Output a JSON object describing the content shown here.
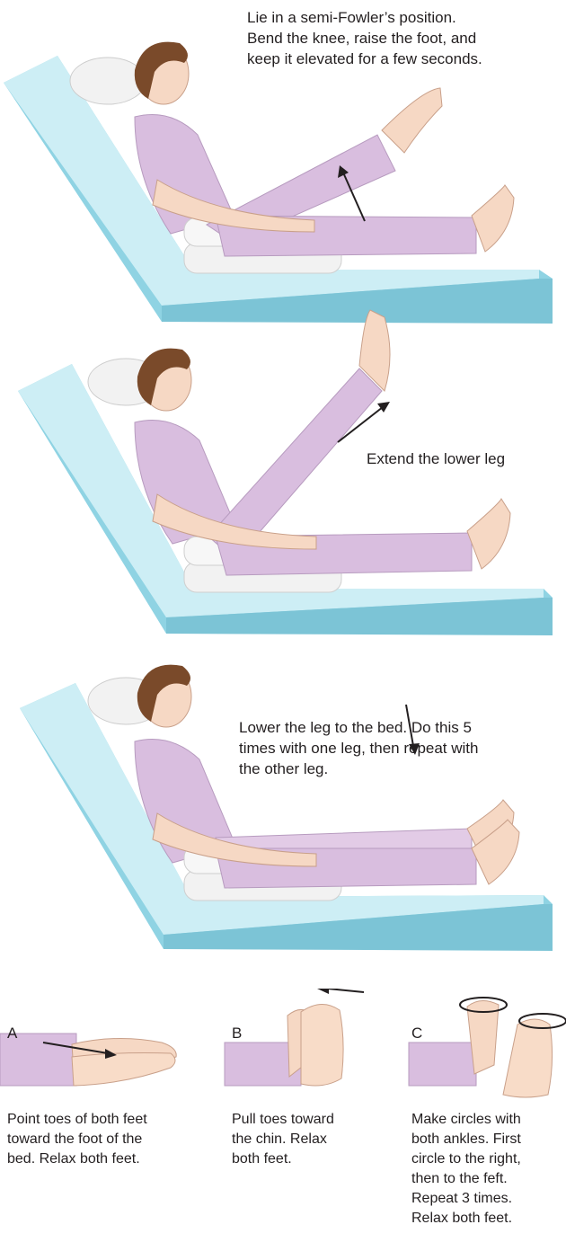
{
  "steps": [
    {
      "text": "Lie in a semi-Fowler’s position.\nBend the knee, raise the foot, and\nkeep it elevated for a few seconds."
    },
    {
      "text": "Extend the lower leg"
    },
    {
      "text": "Lower the leg to the bed.  Do this 5\ntimes with one leg, then repeat with\nthe other leg."
    }
  ],
  "ankle_panels": [
    {
      "letter": "A",
      "text": "Point toes of both feet\ntoward the foot of the\nbed.  Relax both feet."
    },
    {
      "letter": "B",
      "text": "Pull toes toward\nthe chin. Relax\nboth feet."
    },
    {
      "letter": "C",
      "text": "Make circles with\nboth ankles.  First\ncircle to the right,\nthen to the feft.\nRepeat 3 times.\nRelax both feet."
    }
  ],
  "colors": {
    "mattress_top": "#cdeef5",
    "mattress_side": "#8fd3e3",
    "clothing": "#d9bedf",
    "skin": "#f6d8c4",
    "hair": "#7a4a2a",
    "pillow": "#f2f2f2"
  }
}
